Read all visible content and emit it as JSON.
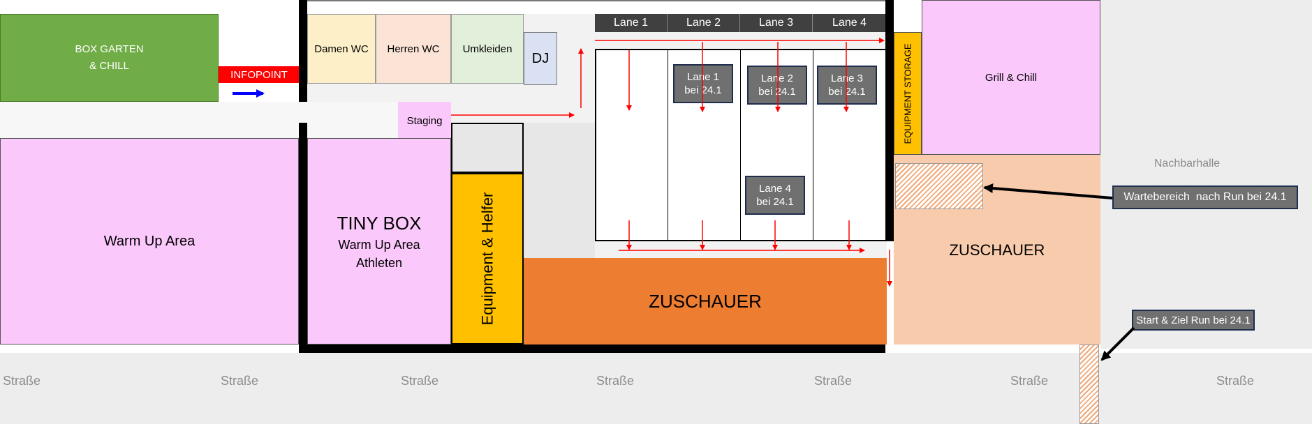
{
  "areas": {
    "box_garten_line1": "BOX GARTEN",
    "box_garten_line2": "& CHILL",
    "infopoint": "INFOPOINT",
    "damen_wc": "Damen WC",
    "herren_wc": "Herren WC",
    "umkleiden": "Umkleiden",
    "dj": "DJ",
    "staging": "Staging",
    "warm_up_area": "Warm Up Area",
    "tiny_box_title": "TINY BOX",
    "tiny_box_line2": "Warm Up Area",
    "tiny_box_line3": "Athleten",
    "equipment_helfer": "Equipment & Helfer",
    "zuschauer_main": "ZUSCHAUER",
    "equipment_storage": "EQUIPMENT STORAGE",
    "grill_chill": "Grill & Chill",
    "nachbarhalle": "Nachbarhalle",
    "zuschauer_right": "ZUSCHAUER"
  },
  "lanes": [
    "Lane 1",
    "Lane 2",
    "Lane 3",
    "Lane 4"
  ],
  "lane_labels": {
    "l1a": "Lane 1",
    "l1b": "bei 24.1",
    "l2a": "Lane 2",
    "l2b": "bei 24.1",
    "l3a": "Lane 3",
    "l3b": "bei 24.1",
    "l4a": "Lane 4",
    "l4b": "bei 24.1"
  },
  "callouts": {
    "wartebereich": "Wartebereich  nach Run bei 24.1",
    "start_ziel": "Start & Ziel Run bei 24.1"
  },
  "street_labels": [
    "Straße",
    "Straße",
    "Straße",
    "Straße",
    "Straße",
    "Straße",
    "Straße"
  ],
  "colors": {
    "box_garten": "#70ad47",
    "infopoint": "#ff0000",
    "pink": "#fbc8fb",
    "damen_wc": "#fdf0c8",
    "herren_wc": "#fbe3d6",
    "umkleiden": "#e2efda",
    "dj": "#d9e1f2",
    "equipment": "#ffc000",
    "zuschauer_main": "#ed7d31",
    "zuschauer_right": "#f8cbad",
    "street": "#ededed",
    "arrow_red": "#ff0000"
  }
}
